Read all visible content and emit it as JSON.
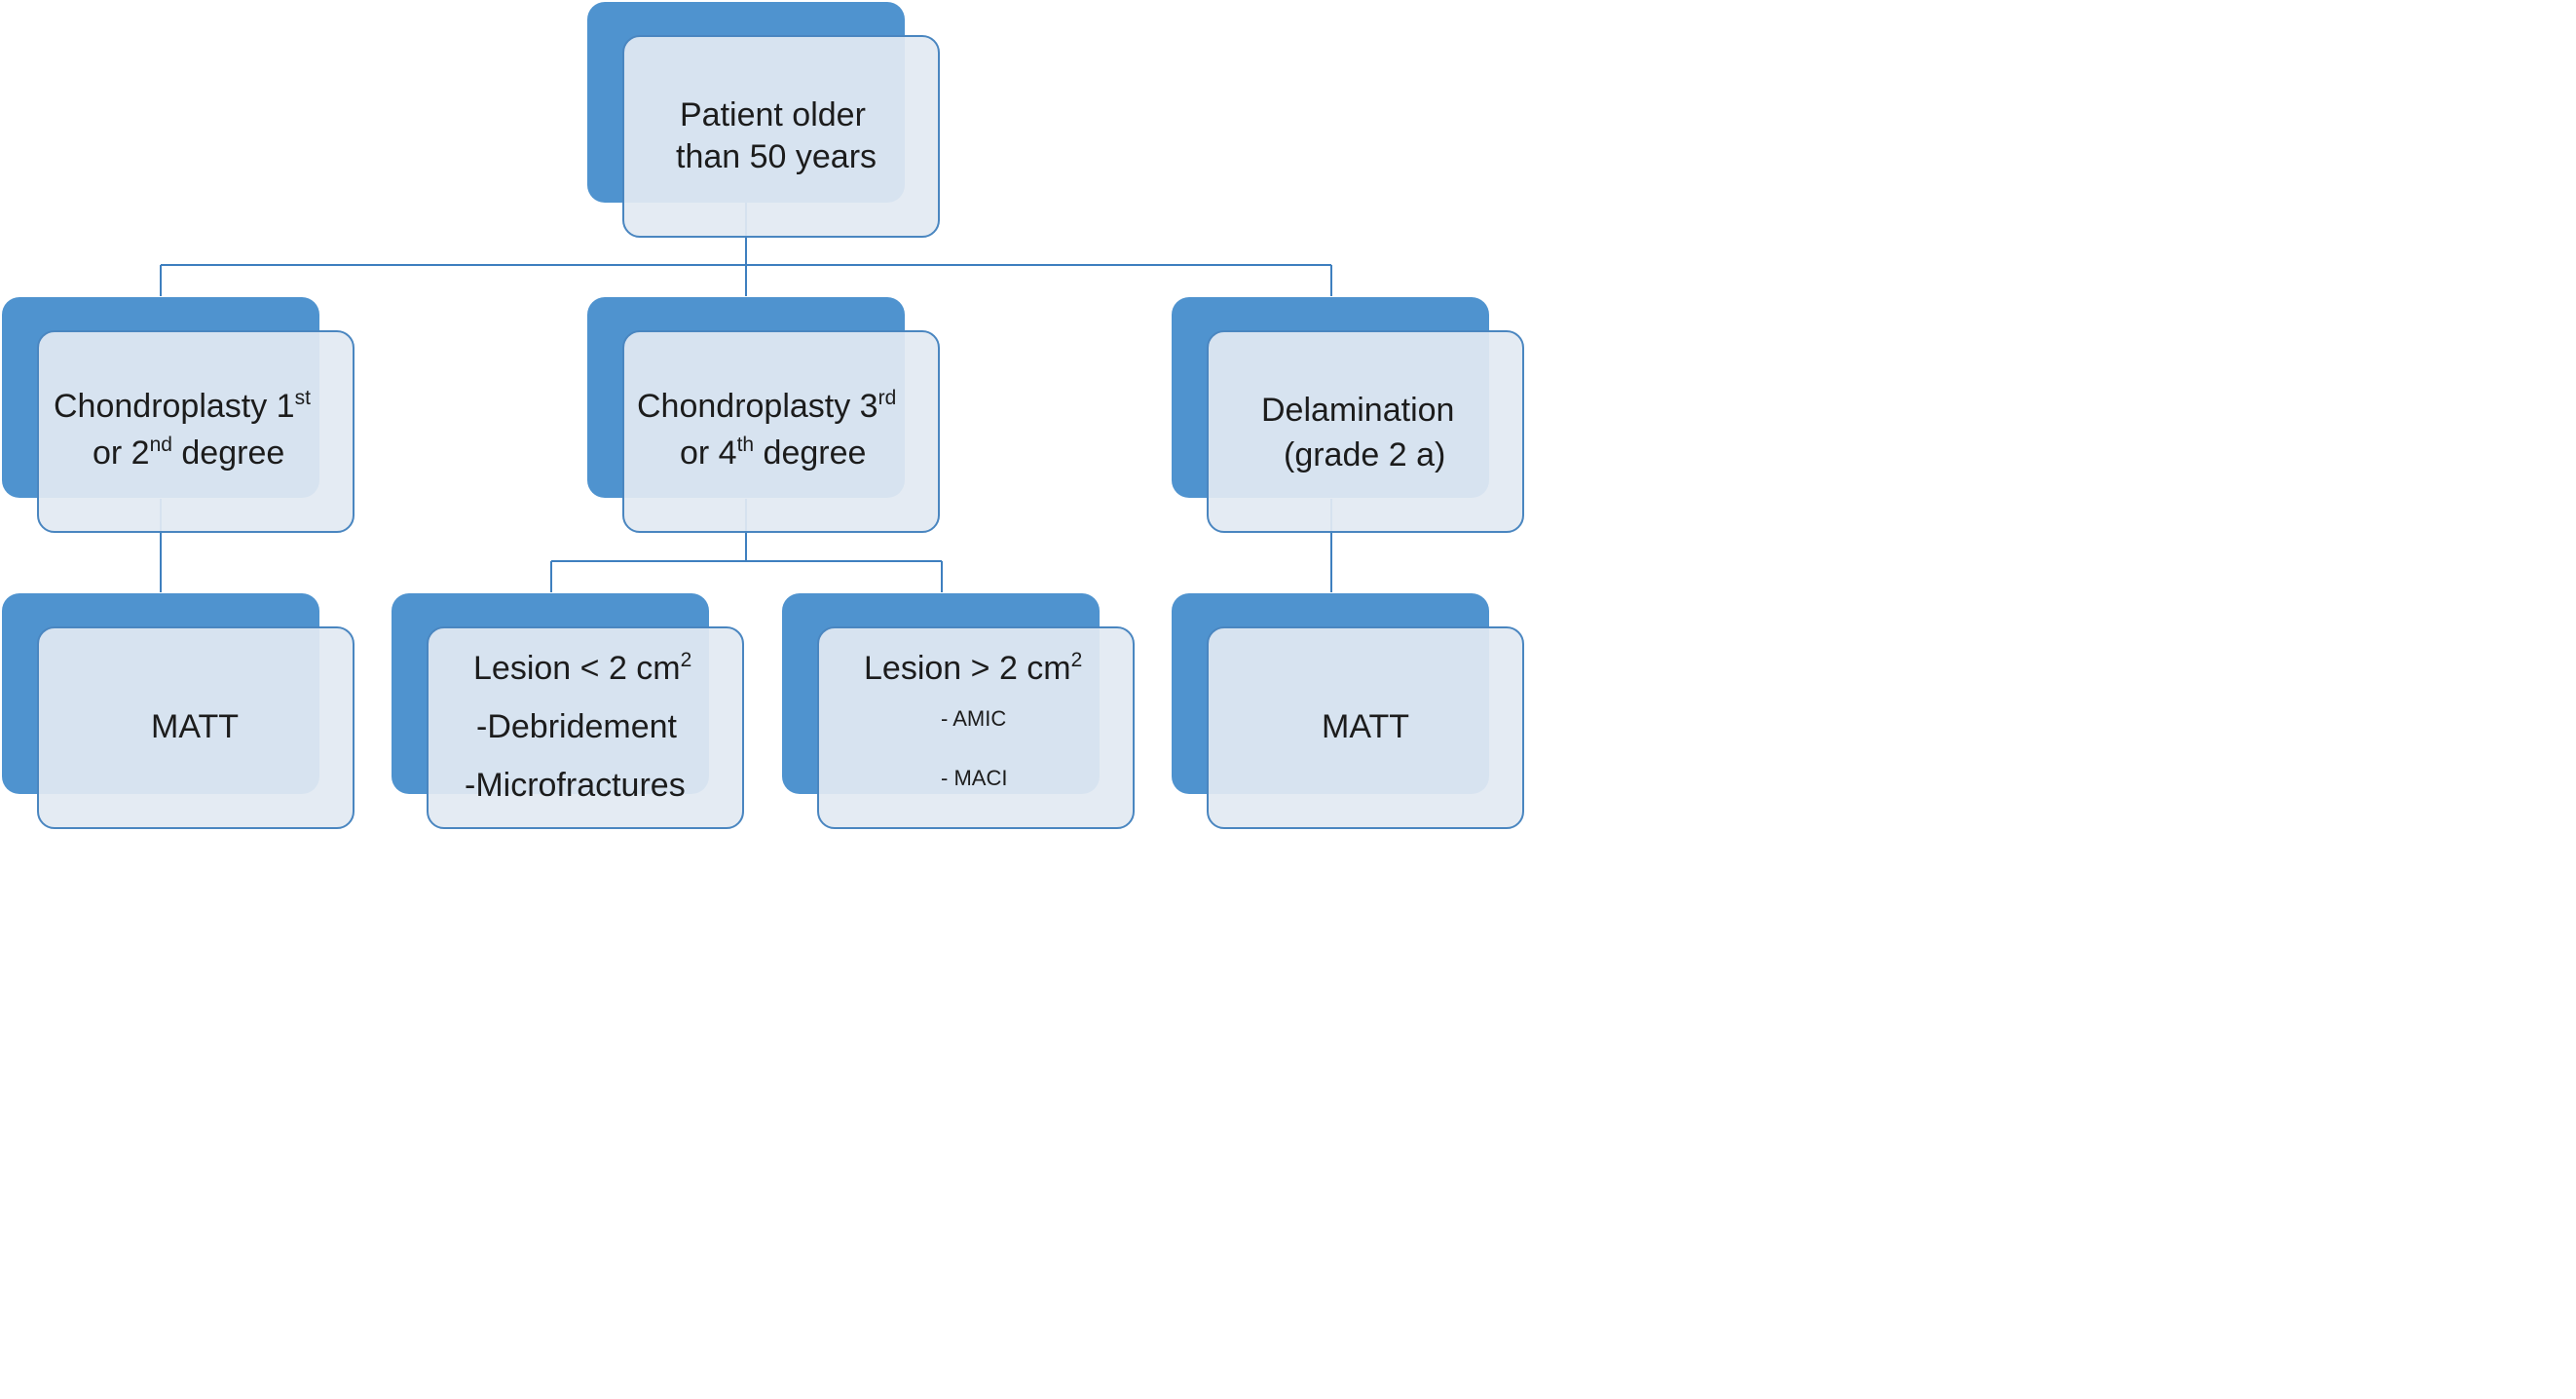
{
  "diagram": {
    "root": {
      "line1": "Patient older",
      "line2": "than 50 years"
    },
    "left": {
      "label_a": "Chondroplasty  1",
      "sup_a": "st",
      "label_b": "or 2",
      "sup_b": "nd",
      "label_c": " degree",
      "child": "MATT"
    },
    "middle": {
      "label_a": "Chondroplasty  3",
      "sup_a": "rd",
      "label_b": "or 4",
      "sup_b": "th",
      "label_c": " degree",
      "child_small": {
        "title": "Lesion < 2 cm",
        "sup": "2",
        "item1": "-Debridement",
        "item2": "-Microfractures"
      },
      "child_large": {
        "title": "Lesion > 2 cm",
        "sup": "2",
        "item1": "- AMIC",
        "item2": "- MACI"
      }
    },
    "right": {
      "line1": "Delamination",
      "line2": "(grade 2 a)",
      "child": "MATT"
    },
    "colors": {
      "box_back": "#4f93cf",
      "box_front": "#e2eaf2",
      "border": "#4a86c0",
      "connector": "#3e7fbf"
    }
  }
}
